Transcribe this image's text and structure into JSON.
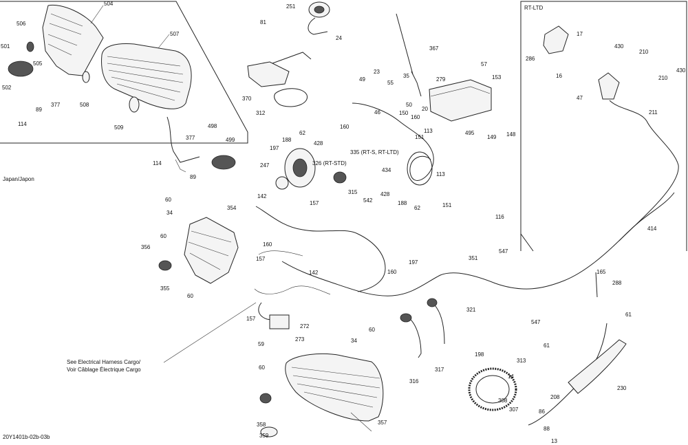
{
  "diagram_id": "20Y1401b-02b-03b",
  "inset_left_label": "Japan/Japon",
  "inset_right_label": "RT-LTD",
  "note": "See Electrical Harness Cargo/",
  "note_line2": "Voir Câblage Électrique Cargo",
  "callouts": [
    "504",
    "506",
    "501",
    "505",
    "502",
    "89",
    "377",
    "114",
    "507",
    "508",
    "509",
    "377",
    "498",
    "499",
    "114",
    "89",
    "251",
    "24",
    "81",
    "370",
    "312",
    "367",
    "35",
    "279",
    "153",
    "57",
    "55",
    "50",
    "20",
    "46",
    "23",
    "49",
    "150",
    "160",
    "495",
    "149",
    "148",
    "197",
    "188",
    "62",
    "428",
    "326 (RT-STD)",
    "335 (RT-S, RT-LTD)",
    "247",
    "142",
    "157",
    "354",
    "60",
    "34",
    "60",
    "356",
    "355",
    "60",
    "434",
    "160",
    "113",
    "151",
    "113",
    "151",
    "315",
    "542",
    "428",
    "188",
    "62",
    "116",
    "197",
    "351",
    "547",
    "160",
    "160",
    "157",
    "142",
    "157",
    "272",
    "273",
    "59",
    "34",
    "60",
    "60",
    "358",
    "359",
    "357",
    "321",
    "316",
    "317",
    "547",
    "165",
    "288",
    "61",
    "198",
    "313",
    "14",
    "61",
    "208",
    "230",
    "308",
    "307",
    "86",
    "88",
    "13",
    "286",
    "17",
    "16",
    "47",
    "430",
    "210",
    "430",
    "210",
    "211",
    "414"
  ]
}
